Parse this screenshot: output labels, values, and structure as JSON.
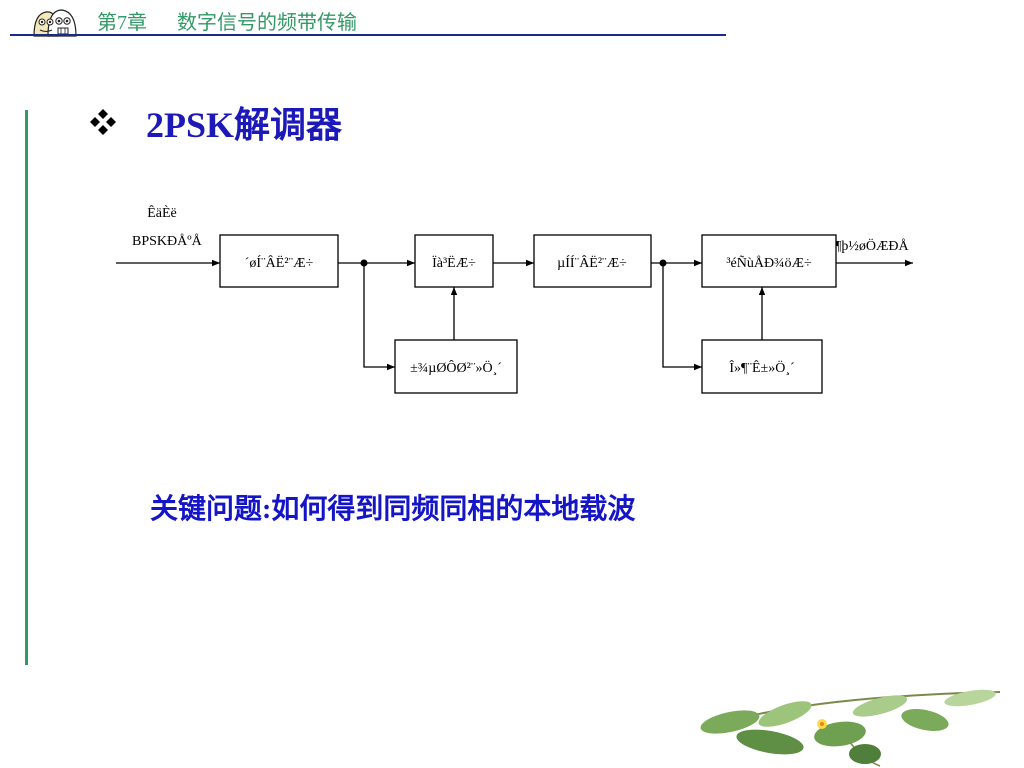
{
  "header": {
    "chapter": "第7章      数字信号的频带传输"
  },
  "slide": {
    "title": "2PSK解调器",
    "question": "关键问题:如何得到同频同相的本地载波"
  },
  "diagram": {
    "input_label_line1": "ÊäÈë",
    "input_label_line2": "BPSKÐÅºÅ",
    "output_label": "¶þ½øÖÆÐÅ",
    "blocks": {
      "bandpass_filter": "´øÍ¨ÂË²¨Æ÷",
      "multiplier": "Ïà³ËÆ÷",
      "lowpass_filter": "µÍÍ¨ÂË²¨Æ÷",
      "sample_decision": "³éÑùÅÐ¾öÆ÷",
      "carrier_recovery": "±¾µØÔØ²¨»Ö¸´",
      "timing_recovery": "Î»¶¨Ê±»Ö¸´"
    }
  },
  "icons": {
    "logo": "cartoon-faces-logo",
    "bullet": "four-diamond-bullet",
    "decoration": "green-leaves"
  },
  "colors": {
    "chapter_text": "#339966",
    "header_rule": "#1a2a8a",
    "side_bar": "#339966",
    "title_text": "#1c19b8",
    "question_text": "#1515c8"
  }
}
